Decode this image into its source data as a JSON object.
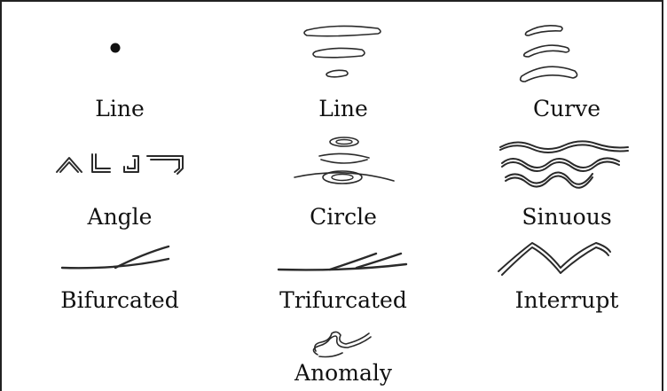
{
  "items": [
    {
      "label": "Line",
      "icon": "dot-icon"
    },
    {
      "label": "Line",
      "icon": "stacked-lines-icon"
    },
    {
      "label": "Curve",
      "icon": "stacked-curves-icon"
    },
    {
      "label": "Angle",
      "icon": "angle-shapes-icon"
    },
    {
      "label": "Circle",
      "icon": "concentric-ellipses-icon"
    },
    {
      "label": "Sinuous",
      "icon": "wavy-lines-icon"
    },
    {
      "label": "Bifurcated",
      "icon": "bifurcated-lines-icon"
    },
    {
      "label": "Trifurcated",
      "icon": "trifurcated-lines-icon"
    },
    {
      "label": "Interrupt",
      "icon": "zigzag-icon"
    },
    {
      "label": "Anomaly",
      "icon": "squiggle-icon"
    }
  ]
}
